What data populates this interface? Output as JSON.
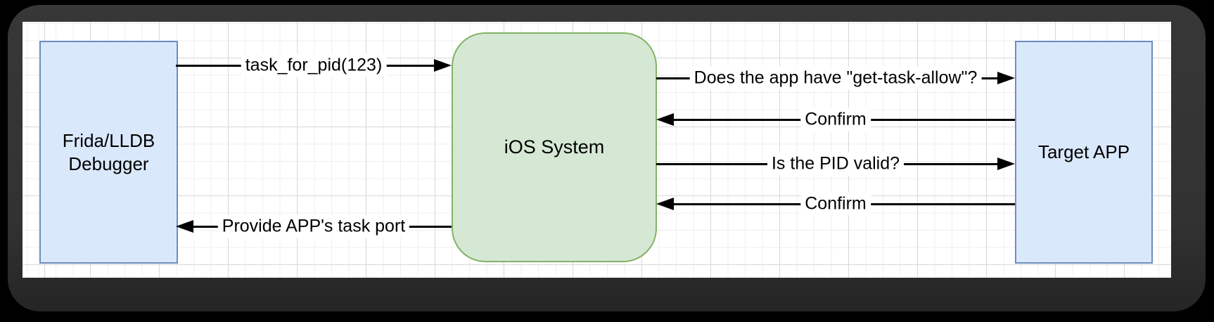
{
  "diagram": {
    "nodes": [
      {
        "id": "frida-lldb-debugger",
        "label": "Frida/LLDB Debugger",
        "label_lines": [
          "Frida/LLDB",
          "Debugger"
        ],
        "shape": "rectangle",
        "fill": "#dae8fc",
        "border": "#6c8ebf"
      },
      {
        "id": "ios-system",
        "label": "iOS System",
        "shape": "rounded-rectangle",
        "fill": "#d5e8d4",
        "border": "#82b366"
      },
      {
        "id": "target-app",
        "label": "Target APP",
        "shape": "rectangle",
        "fill": "#dae8fc",
        "border": "#6c8ebf"
      }
    ],
    "edges": [
      {
        "label": "task_for_pid(123)",
        "from": "frida-lldb-debugger",
        "to": "ios-system",
        "arrow": "right"
      },
      {
        "label": "Provide APP's task port",
        "from": "ios-system",
        "to": "frida-lldb-debugger",
        "arrow": "left"
      },
      {
        "label": "Does the app have \"get-task-allow\"?",
        "from": "ios-system",
        "to": "target-app",
        "arrow": "right"
      },
      {
        "label": "Confirm",
        "from": "target-app",
        "to": "ios-system",
        "arrow": "left"
      },
      {
        "label": "Is the PID valid?",
        "from": "ios-system",
        "to": "target-app",
        "arrow": "right"
      },
      {
        "label": "Confirm",
        "from": "target-app",
        "to": "ios-system",
        "arrow": "left"
      }
    ],
    "colors": {
      "node_blue_fill": "#dae8fc",
      "node_blue_border": "#6c8ebf",
      "node_green_fill": "#d5e8d4",
      "node_green_border": "#82b366",
      "edge_color": "#000000",
      "canvas_background": "#ffffff",
      "grid_minor": "#efefef",
      "grid_major": "#d8d8d8",
      "frame_background": "#323232"
    }
  }
}
